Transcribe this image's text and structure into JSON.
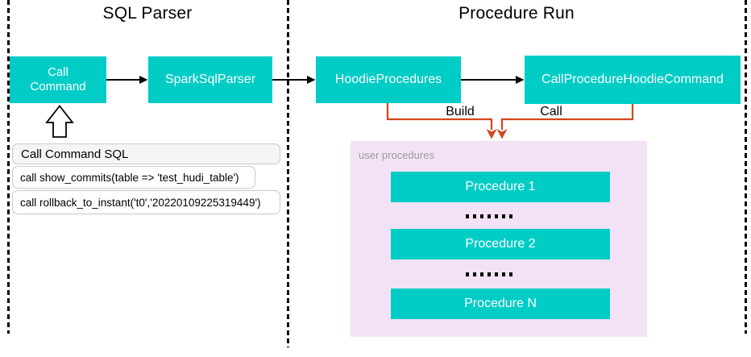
{
  "sections": {
    "left_title": "SQL Parser",
    "right_title": "Procedure Run"
  },
  "nodes": {
    "call_command": "Call Command",
    "spark_sql_parser": "SparkSqlParser",
    "hoodie_procedures": "HoodieProcedures",
    "call_procedure_hoodie_command": "CallProcedureHoodieCommand"
  },
  "sql_panel": {
    "header": "Call Command SQL",
    "rows": [
      "call show_commits(table => 'test_hudi_table')",
      "call rollback_to_instant('t0','20220109225319449')"
    ]
  },
  "edge_labels": {
    "build": "Build",
    "call": "Call"
  },
  "user_procedures": {
    "label": "user procedures",
    "items": [
      "Procedure 1",
      "Procedure 2",
      "Procedure N"
    ]
  },
  "colors": {
    "node_fill": "#00CCC6",
    "node_text": "#FFFFFF",
    "connector_black": "#000000",
    "connector_orange": "#D2471C",
    "user_procedures_bg": "#F3E2F6",
    "muted_label_text": "#9B9B9B",
    "sql_header_bg": "#F5F5F5",
    "sql_box_border": "#C9C9C9"
  }
}
